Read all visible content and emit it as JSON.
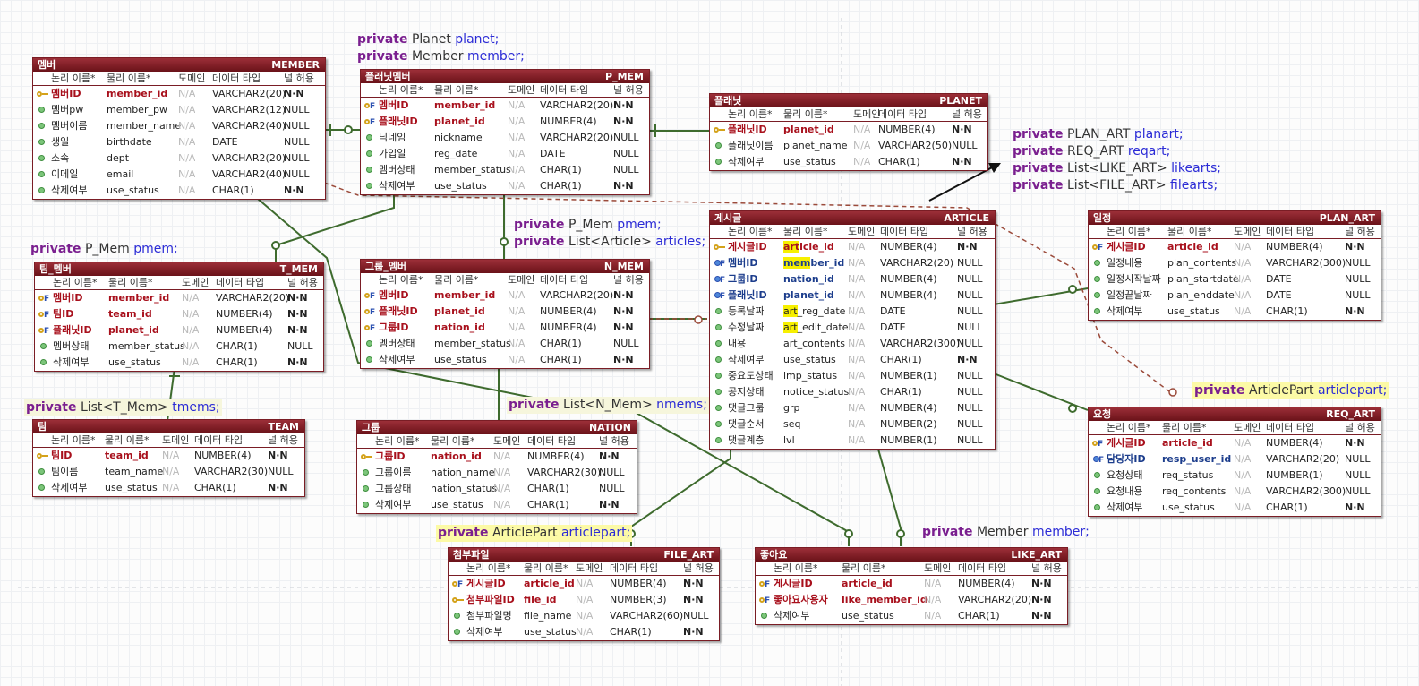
{
  "column_headers": {
    "logical": "논리 이름",
    "physical": "물리 이름",
    "domain": "도메인",
    "type": "데이터 타입",
    "null": "널 허용"
  },
  "entities": [
    {
      "id": "member",
      "name": "멤버",
      "table": "MEMBER",
      "rows": [
        {
          "kind": "pk",
          "logical": "멤버ID",
          "physical": "member_id",
          "domain": "N/A",
          "type": "VARCHAR2(20)",
          "null": "N·N"
        },
        {
          "kind": "attr",
          "logical": "멤버pw",
          "physical": "member_pw",
          "domain": "N/A",
          "type": "VARCHAR2(12)",
          "null": "NULL"
        },
        {
          "kind": "attr",
          "logical": "멤버이름",
          "physical": "member_name",
          "domain": "N/A",
          "type": "VARCHAR2(40)",
          "null": "NULL"
        },
        {
          "kind": "attr",
          "logical": "생일",
          "physical": "birthdate",
          "domain": "N/A",
          "type": "DATE",
          "null": "NULL"
        },
        {
          "kind": "attr",
          "logical": "소속",
          "physical": "dept",
          "domain": "N/A",
          "type": "VARCHAR2(20)",
          "null": "NULL"
        },
        {
          "kind": "attr",
          "logical": "이메일",
          "physical": "email",
          "domain": "N/A",
          "type": "VARCHAR2(40)",
          "null": "NULL"
        },
        {
          "kind": "attr",
          "logical": "삭제여부",
          "physical": "use_status",
          "domain": "N/A",
          "type": "CHAR(1)",
          "null": "N·N"
        }
      ]
    },
    {
      "id": "p_mem",
      "name": "플래닛멤버",
      "table": "P_MEM",
      "rows": [
        {
          "kind": "pkfk",
          "logical": "멤버ID",
          "physical": "member_id",
          "domain": "N/A",
          "type": "VARCHAR2(20)",
          "null": "N·N"
        },
        {
          "kind": "pkfk",
          "logical": "플래닛ID",
          "physical": "planet_id",
          "domain": "N/A",
          "type": "NUMBER(4)",
          "null": "N·N"
        },
        {
          "kind": "attr",
          "logical": "닉네임",
          "physical": "nickname",
          "domain": "N/A",
          "type": "VARCHAR2(20)",
          "null": "NULL"
        },
        {
          "kind": "attr",
          "logical": "가입일",
          "physical": "reg_date",
          "domain": "N/A",
          "type": "DATE",
          "null": "NULL"
        },
        {
          "kind": "attr",
          "logical": "멤버상태",
          "physical": "member_status",
          "domain": "N/A",
          "type": "CHAR(1)",
          "null": "NULL"
        },
        {
          "kind": "attr",
          "logical": "삭제여부",
          "physical": "use_status",
          "domain": "N/A",
          "type": "CHAR(1)",
          "null": "N·N"
        }
      ]
    },
    {
      "id": "planet",
      "name": "플래닛",
      "table": "PLANET",
      "rows": [
        {
          "kind": "pk",
          "logical": "플래닛ID",
          "physical": "planet_id",
          "domain": "N/A",
          "type": "NUMBER(4)",
          "null": "N·N"
        },
        {
          "kind": "attr",
          "logical": "플래닛이름",
          "physical": "planet_name",
          "domain": "N/A",
          "type": "VARCHAR2(50)",
          "null": "NULL"
        },
        {
          "kind": "attr",
          "logical": "삭제여부",
          "physical": "use_status",
          "domain": "N/A",
          "type": "CHAR(1)",
          "null": "N·N"
        }
      ]
    },
    {
      "id": "t_mem",
      "name": "팀_멤버",
      "table": "T_MEM",
      "rows": [
        {
          "kind": "pkfk",
          "logical": "멤버ID",
          "physical": "member_id",
          "domain": "N/A",
          "type": "VARCHAR2(20)",
          "null": "N·N"
        },
        {
          "kind": "pkfk",
          "logical": "팀ID",
          "physical": "team_id",
          "domain": "N/A",
          "type": "NUMBER(4)",
          "null": "N·N"
        },
        {
          "kind": "pkfk",
          "logical": "플래닛ID",
          "physical": "planet_id",
          "domain": "N/A",
          "type": "NUMBER(4)",
          "null": "N·N"
        },
        {
          "kind": "attr",
          "logical": "멤버상태",
          "physical": "member_status",
          "domain": "N/A",
          "type": "CHAR(1)",
          "null": "NULL"
        },
        {
          "kind": "attr",
          "logical": "삭제여부",
          "physical": "use_status",
          "domain": "N/A",
          "type": "CHAR(1)",
          "null": "N·N"
        }
      ]
    },
    {
      "id": "n_mem",
      "name": "그룹_멤버",
      "table": "N_MEM",
      "rows": [
        {
          "kind": "pkfk",
          "logical": "멤버ID",
          "physical": "member_id",
          "domain": "N/A",
          "type": "VARCHAR2(20)",
          "null": "N·N"
        },
        {
          "kind": "pkfk",
          "logical": "플래닛ID",
          "physical": "planet_id",
          "domain": "N/A",
          "type": "NUMBER(4)",
          "null": "N·N"
        },
        {
          "kind": "pkfk",
          "logical": "그룹ID",
          "physical": "nation_id",
          "domain": "N/A",
          "type": "NUMBER(4)",
          "null": "N·N"
        },
        {
          "kind": "attr",
          "logical": "멤버상태",
          "physical": "member_status",
          "domain": "N/A",
          "type": "CHAR(1)",
          "null": "NULL"
        },
        {
          "kind": "attr",
          "logical": "삭제여부",
          "physical": "use_status",
          "domain": "N/A",
          "type": "CHAR(1)",
          "null": "N·N"
        }
      ]
    },
    {
      "id": "article",
      "name": "게시글",
      "table": "ARTICLE",
      "rows": [
        {
          "kind": "pk",
          "logical": "게시글ID",
          "physical": "article_id",
          "domain": "N/A",
          "type": "NUMBER(4)",
          "null": "N·N",
          "hl": true
        },
        {
          "kind": "fk",
          "logical": "멤버ID",
          "physical": "member_id",
          "domain": "N/A",
          "type": "VARCHAR2(20)",
          "null": "NULL",
          "hl": true
        },
        {
          "kind": "fk",
          "logical": "그룹ID",
          "physical": "nation_id",
          "domain": "N/A",
          "type": "NUMBER(4)",
          "null": "NULL"
        },
        {
          "kind": "fk",
          "logical": "플래닛ID",
          "physical": "planet_id",
          "domain": "N/A",
          "type": "NUMBER(4)",
          "null": "NULL"
        },
        {
          "kind": "attr",
          "logical": "등록날짜",
          "physical": "art_reg_date",
          "domain": "N/A",
          "type": "DATE",
          "null": "NULL",
          "hl": true
        },
        {
          "kind": "attr",
          "logical": "수정날짜",
          "physical": "art_edit_date",
          "domain": "N/A",
          "type": "DATE",
          "null": "NULL",
          "hl": true
        },
        {
          "kind": "attr",
          "logical": "내용",
          "physical": "art_contents",
          "domain": "N/A",
          "type": "VARCHAR2(300)",
          "null": "NULL"
        },
        {
          "kind": "attr",
          "logical": "삭제여부",
          "physical": "use_status",
          "domain": "N/A",
          "type": "CHAR(1)",
          "null": "N·N"
        },
        {
          "kind": "attr",
          "logical": "중요도상태",
          "physical": "imp_status",
          "domain": "N/A",
          "type": "NUMBER(1)",
          "null": "NULL"
        },
        {
          "kind": "attr",
          "logical": "공지상태",
          "physical": "notice_status",
          "domain": "N/A",
          "type": "CHAR(1)",
          "null": "NULL"
        },
        {
          "kind": "attr",
          "logical": "댓글그룹",
          "physical": "grp",
          "domain": "N/A",
          "type": "NUMBER(4)",
          "null": "NULL"
        },
        {
          "kind": "attr",
          "logical": "댓글순서",
          "physical": "seq",
          "domain": "N/A",
          "type": "NUMBER(2)",
          "null": "NULL"
        },
        {
          "kind": "attr",
          "logical": "댓글계층",
          "physical": "lvl",
          "domain": "N/A",
          "type": "NUMBER(1)",
          "null": "NULL"
        }
      ]
    },
    {
      "id": "plan_art",
      "name": "일정",
      "table": "PLAN_ART",
      "rows": [
        {
          "kind": "pkfk",
          "logical": "게시글ID",
          "physical": "article_id",
          "domain": "N/A",
          "type": "NUMBER(4)",
          "null": "N·N"
        },
        {
          "kind": "attr",
          "logical": "일정내용",
          "physical": "plan_contents",
          "domain": "N/A",
          "type": "VARCHAR2(300)",
          "null": "NULL"
        },
        {
          "kind": "attr",
          "logical": "일정시작날짜",
          "physical": "plan_startdate",
          "domain": "N/A",
          "type": "DATE",
          "null": "NULL"
        },
        {
          "kind": "attr",
          "logical": "일정끝날짜",
          "physical": "plan_enddate",
          "domain": "N/A",
          "type": "DATE",
          "null": "NULL"
        },
        {
          "kind": "attr",
          "logical": "삭제여부",
          "physical": "use_status",
          "domain": "N/A",
          "type": "CHAR(1)",
          "null": "N·N"
        }
      ]
    },
    {
      "id": "team",
      "name": "팀",
      "table": "TEAM",
      "rows": [
        {
          "kind": "pk",
          "logical": "팀ID",
          "physical": "team_id",
          "domain": "N/A",
          "type": "NUMBER(4)",
          "null": "N·N"
        },
        {
          "kind": "attr",
          "logical": "팀이름",
          "physical": "team_name",
          "domain": "N/A",
          "type": "VARCHAR2(30)",
          "null": "NULL"
        },
        {
          "kind": "attr",
          "logical": "삭제여부",
          "physical": "use_status",
          "domain": "N/A",
          "type": "CHAR(1)",
          "null": "N·N"
        }
      ]
    },
    {
      "id": "nation",
      "name": "그룹",
      "table": "NATION",
      "rows": [
        {
          "kind": "pk",
          "logical": "그룹ID",
          "physical": "nation_id",
          "domain": "N/A",
          "type": "NUMBER(4)",
          "null": "N·N"
        },
        {
          "kind": "attr",
          "logical": "그룹이름",
          "physical": "nation_name",
          "domain": "N/A",
          "type": "VARCHAR2(30)",
          "null": "NULL"
        },
        {
          "kind": "attr",
          "logical": "그룹상태",
          "physical": "nation_status",
          "domain": "N/A",
          "type": "CHAR(1)",
          "null": "NULL"
        },
        {
          "kind": "attr",
          "logical": "삭제여부",
          "physical": "use_status",
          "domain": "N/A",
          "type": "CHAR(1)",
          "null": "N·N"
        }
      ]
    },
    {
      "id": "req_art",
      "name": "요청",
      "table": "REQ_ART",
      "rows": [
        {
          "kind": "pkfk",
          "logical": "게시글ID",
          "physical": "article_id",
          "domain": "N/A",
          "type": "NUMBER(4)",
          "null": "N·N"
        },
        {
          "kind": "fk",
          "logical": "담당자ID",
          "physical": "resp_user_id",
          "domain": "N/A",
          "type": "VARCHAR2(20)",
          "null": "NULL"
        },
        {
          "kind": "attr",
          "logical": "요청상태",
          "physical": "req_status",
          "domain": "N/A",
          "type": "NUMBER(1)",
          "null": "NULL"
        },
        {
          "kind": "attr",
          "logical": "요청내용",
          "physical": "req_contents",
          "domain": "N/A",
          "type": "VARCHAR2(300)",
          "null": "NULL"
        },
        {
          "kind": "attr",
          "logical": "삭제여부",
          "physical": "use_status",
          "domain": "N/A",
          "type": "CHAR(1)",
          "null": "N·N"
        }
      ]
    },
    {
      "id": "file_art",
      "name": "첨부파일",
      "table": "FILE_ART",
      "rows": [
        {
          "kind": "pkfk",
          "logical": "게시글ID",
          "physical": "article_id",
          "domain": "N/A",
          "type": "NUMBER(4)",
          "null": "N·N"
        },
        {
          "kind": "pk",
          "logical": "첨부파일ID",
          "physical": "file_id",
          "domain": "N/A",
          "type": "NUMBER(3)",
          "null": "N·N"
        },
        {
          "kind": "attr",
          "logical": "첨부파일명",
          "physical": "file_name",
          "domain": "N/A",
          "type": "VARCHAR2(60)",
          "null": "NULL"
        },
        {
          "kind": "attr",
          "logical": "삭제여부",
          "physical": "use_status",
          "domain": "N/A",
          "type": "CHAR(1)",
          "null": "N·N"
        }
      ]
    },
    {
      "id": "like_art",
      "name": "좋아요",
      "table": "LIKE_ART",
      "rows": [
        {
          "kind": "pkfk",
          "logical": "게시글ID",
          "physical": "article_id",
          "domain": "N/A",
          "type": "NUMBER(4)",
          "null": "N·N"
        },
        {
          "kind": "pkfk",
          "logical": "좋아요사용자",
          "physical": "like_member_id",
          "domain": "N/A",
          "type": "VARCHAR2(20)",
          "null": "N·N"
        },
        {
          "kind": "attr",
          "logical": "삭제여부",
          "physical": "use_status",
          "domain": "N/A",
          "type": "CHAR(1)",
          "null": "N·N"
        }
      ]
    }
  ],
  "annotations": [
    {
      "id": "ann_planet",
      "lines": [
        [
          "private",
          "Planet",
          "planet;"
        ],
        [
          "private",
          "Member",
          "member;"
        ]
      ]
    },
    {
      "id": "ann_pmem_left",
      "lines": [
        [
          "private",
          "P_Mem",
          "pmem;"
        ]
      ]
    },
    {
      "id": "ann_pmem_mid",
      "lines": [
        [
          "private",
          "P_Mem",
          "pmem;"
        ],
        [
          "private",
          "List<Article>",
          "articles;"
        ]
      ]
    },
    {
      "id": "ann_article_parts",
      "lines": [
        [
          "private",
          "PLAN_ART",
          "planart;"
        ],
        [
          "private",
          "REQ_ART",
          "reqart;"
        ],
        [
          "private",
          "List<LIKE_ART>",
          "likearts;"
        ],
        [
          "private",
          "List<FILE_ART>",
          "filearts;"
        ]
      ]
    },
    {
      "id": "ann_tmems",
      "lines": [
        [
          "private",
          "List<T_Mem>",
          "tmems;"
        ]
      ]
    },
    {
      "id": "ann_nmems",
      "lines": [
        [
          "private",
          "List<N_Mem>",
          "nmems;"
        ]
      ]
    },
    {
      "id": "ann_articlepart_req",
      "lines": [
        [
          "private",
          "ArticlePart",
          "articlepart;"
        ]
      ]
    },
    {
      "id": "ann_articlepart_file",
      "lines": [
        [
          "private",
          "ArticlePart",
          "articlepart;"
        ]
      ]
    },
    {
      "id": "ann_member_like",
      "lines": [
        [
          "private",
          "Member",
          "member;"
        ]
      ]
    }
  ],
  "colors": {
    "title_bar": "#8a2430",
    "pk": "#a8101c",
    "fk": "#1c3d8c",
    "relation": "#3e6b2e",
    "dashed_relation": "#9b4a3a",
    "annotation_keyword": "#7a1f8f",
    "annotation_var": "#2b2bd6"
  }
}
